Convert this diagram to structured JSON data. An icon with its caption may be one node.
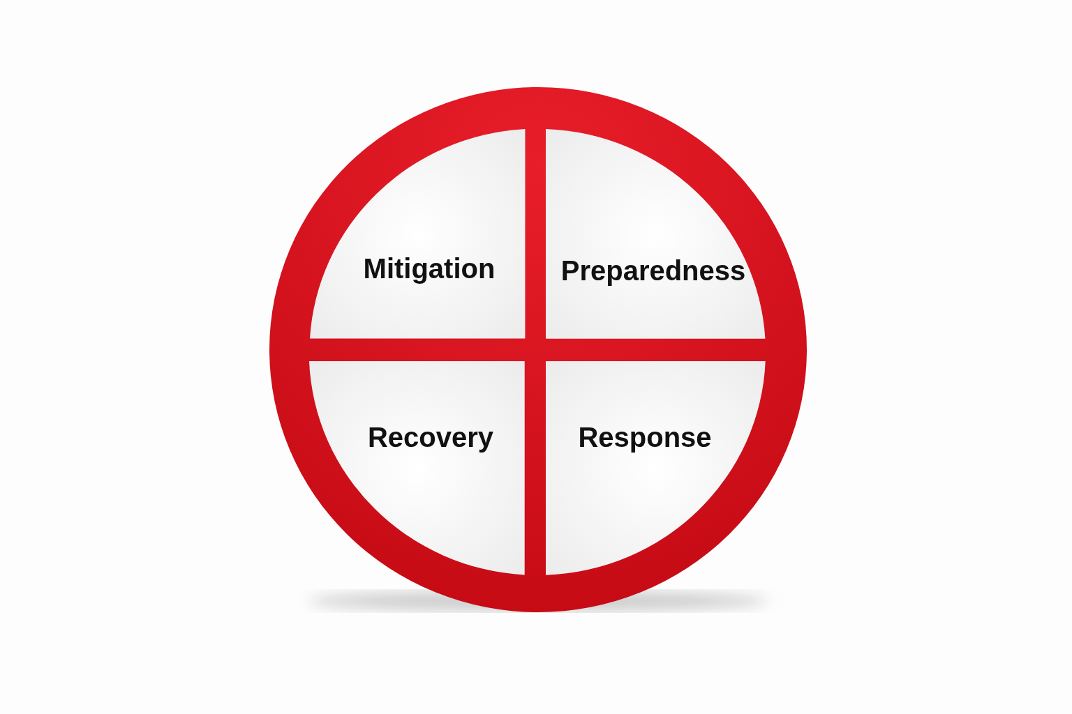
{
  "diagram": {
    "nodes": [
      {
        "text": [],
        "shape": "circle"
      },
      {
        "text": [
          "Mitigation"
        ],
        "in": 0
      },
      {
        "text": [
          "Preparedness"
        ],
        "in": 0
      },
      {
        "text": [
          "Recovery"
        ],
        "in": 0
      },
      {
        "text": [
          "Response"
        ],
        "in": 0
      }
    ]
  }
}
